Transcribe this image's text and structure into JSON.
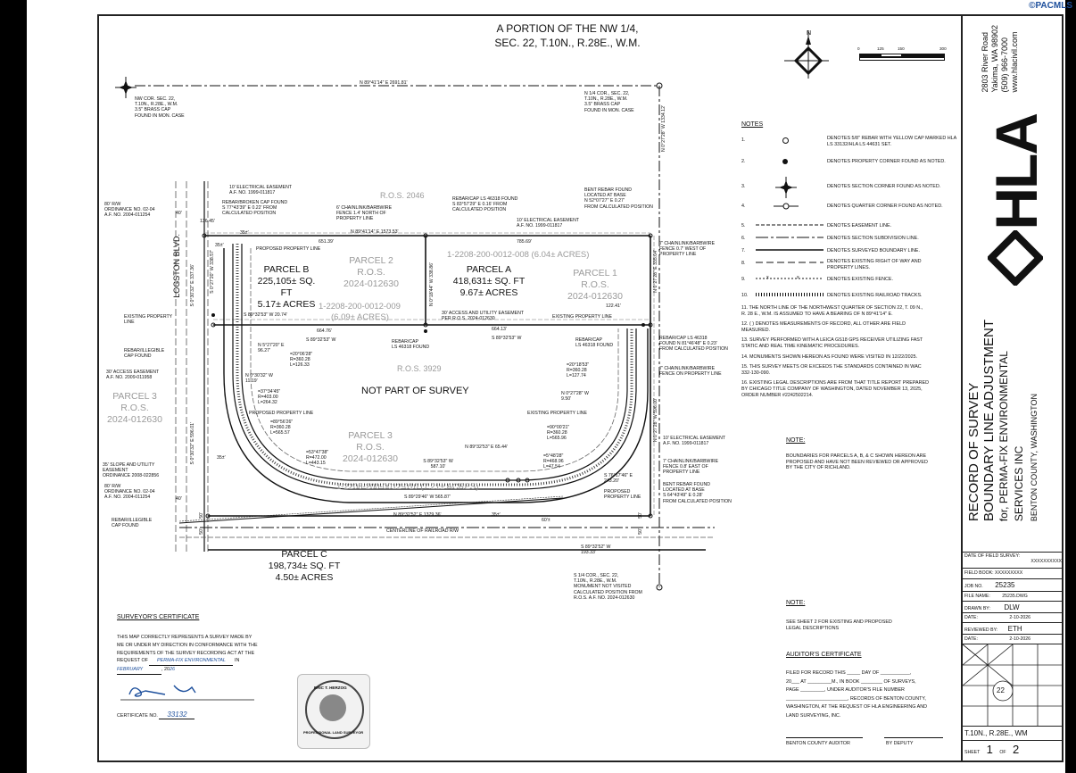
{
  "watermark": "©PACMLS",
  "header": {
    "line1": "A PORTION OF THE NW 1/4,",
    "line2": "SEC. 22, T.10N., R.28E., W.M."
  },
  "scale": {
    "t0": "0",
    "t1": "125",
    "t2": "150",
    "t3": "300"
  },
  "corners": {
    "nw": [
      "NW COR. SEC. 22,",
      "T.10N., R.28E., W.M.",
      "3.5\" BRASS CAP",
      "FOUND IN MON. CASE"
    ],
    "n14": [
      "N 1/4 COR., SEC. 22,",
      "T.10N., R.28E., W.M.",
      "3.5\" BRASS CAP",
      "FOUND IN MON. CASE"
    ],
    "s14": [
      "S 1/4 COR., SEC. 22,",
      "T.10N., R.28E., W.M.",
      "MONUMENT NOT VISITED",
      "CALCULATED POSITION FROM",
      "R.O.S. A.F. NO. 2024-012630"
    ]
  },
  "bearings": {
    "north_line": "N 89°41'14\" E  2691.81'",
    "north_parcel": "N 89°41'14\" E  1573.53'",
    "n651": "651.39'",
    "n785": "785.69'",
    "n35": "35±'",
    "n136": "136.45'",
    "east_vert": "N 0°27'28\" W  1334.12'",
    "east_vert2": "N 0°27'28\" E  335.04'",
    "east_vert3": "N 0°27'28\" W  596.00'",
    "mid_vert": "N 0°18'44\" W  338.86'",
    "west_vert": "S 0°30'32\" E  337.36'",
    "west_vert2": "S 0°30'32\" E  596.01'",
    "west_vert3": "S 0°27'20\" W  338.57'",
    "s89_1": "S 89°32'53\" W  20.74'",
    "s89_2": "S 89°32'53\" W",
    "s89_3": "S 89°32'53\" W",
    "l664": "664.76'",
    "l664b": "664.13'",
    "l122": "122.41'",
    "n5": "N 5°27'20\" E  96.27'",
    "curve1": [
      "=20°06'28\"",
      "R=360.28",
      "L=126.33"
    ],
    "n030": "N 0°30'32\" W  11.19'",
    "curve2": [
      "=37°34'45\"",
      "R=403.00",
      "L=264.32"
    ],
    "curve3": [
      "=89°56'26\"",
      "R=360.28",
      "L=565.57"
    ],
    "curve4": [
      "=53°47'38\"",
      "R=472.00",
      "L=443.15"
    ],
    "curve5": [
      "=20°18'53\"",
      "R=360.28",
      "L=127.74"
    ],
    "n027": "N 0°27'28\" W  9.50'",
    "curve6": [
      "=90°00'21\"",
      "R=360.28",
      "L=565.96"
    ],
    "n89e": "N 89°32'53\" E  65.44'",
    "s89_587": "S 89°32'53\" W  587.10'",
    "curve7": [
      "=5°48'28\"",
      "R=468.96",
      "L=47.54"
    ],
    "s76": "S 76°17'46\" E  243.20'",
    "s89_565": "S 89°29'46\" W  565.87'",
    "s89_bottom": "N 89°32'52\" E  1379.36'",
    "b35": "35±'",
    "b60": "60'±",
    "s89_193": "S 89°32'52\" W  193.33'",
    "r35": "35±'"
  },
  "labels": {
    "ros2046": "R.O.S. 2046",
    "parcelB": [
      "PARCEL B",
      "225,105± SQ. FT",
      "5.17± ACRES"
    ],
    "parcel2": [
      "PARCEL 2",
      "R.O.S.",
      "2024-012630"
    ],
    "parcelA": [
      "PARCEL A",
      "418,631± SQ. FT",
      "9.67± ACRES"
    ],
    "parcel1": [
      "PARCEL 1",
      "R.O.S.",
      "2024-012630"
    ],
    "apn_top": "1-2208-200-0012-008 (6.04± ACRES)",
    "apn_mid": "1-2208-200-0012-009",
    "apn_mid_ac": "(6.09± ACRES)",
    "ros3929": "R.O.S. 3929",
    "not_part": "NOT PART OF SURVEY",
    "parcel3w": [
      "PARCEL 3",
      "R.O.S.",
      "2024-012630"
    ],
    "parcel3": [
      "PARCEL 3",
      "R.O.S.",
      "2024-012630"
    ],
    "apn_bottom": "1-2208-200-0012-010 (7.21± ACRES)",
    "parcelC": [
      "PARCEL C",
      "198,734± SQ. FT",
      "4.50± ACRES"
    ],
    "logston": "LOGSTON BLVD.",
    "centerline": "CENTERLINE OF RAILROAD R/W"
  },
  "callouts": {
    "elec_ease": [
      "10' ELECTRICAL EASEMENT",
      "A.F. NO. 1999-011817"
    ],
    "rebar_broken": [
      "REBAR/BROKEN CAP FOUND",
      "S 77°43'39\" E  0.22' FROM",
      "CALCULATED POSITION"
    ],
    "chainlink_n": [
      "6' CHAINLINK/BARBWIRE",
      "FENCE 1.4' NORTH OF",
      "PROPERTY LINE"
    ],
    "rebar_cap_46318": [
      "REBAR/CAP LS 46318 FOUND",
      "S 83°57'29\" E  0.16' FROM",
      "CALCULATED POSITION"
    ],
    "bent_rebar_n": [
      "BENT REBAR FOUND",
      "LOCATED AT BASE",
      "N 52°07'27\" E  0.27'",
      "FROM CALCULATED POSITION"
    ],
    "elec_ease2": [
      "10' ELECTRICAL EASEMENT",
      "A.F. NO. 1999-011817"
    ],
    "rw_80": [
      "80' R/W",
      "ORDINANCE NO. 02-04",
      "A.F. NO. 2004-011254"
    ],
    "d40": "40'",
    "d40b": "40'",
    "prop_line": "PROPOSED PROPERTY LINE",
    "chainlink_e": [
      "7' CHAINLINK/BARBWIRE",
      "FENCE 0.7' WEST OF",
      "PROPERTY LINE"
    ],
    "access_30": [
      "30' ACCESS AND UTILITY EASEMENT",
      "PER R.O.S. 2024-012630"
    ],
    "exist_prop": "EXISTING PROPERTY LINE",
    "exist_prop_w": [
      "EXISTING PROPERTY",
      "LINE"
    ],
    "rebar_illegible": [
      "REBAR/ILLEGIBLE",
      "CAP FOUND"
    ],
    "rebar_cap_ls": [
      "REBAR/CAP",
      "LS 46318 FOUND"
    ],
    "rebar_cap_ls2": [
      "REBAR/CAP",
      "LS 46318 FOUND"
    ],
    "rebar_cap_e": [
      "REBAR/CAP LS 46318",
      "FOUND N 81°46'48\" E  0.23'",
      "FROM CALCULATED POSITION"
    ],
    "access_30w": [
      "30' ACCESS EASEMENT",
      "A.F. NO. 2009-011958"
    ],
    "chainlink_e2": [
      "7' CHAINLINK/BARBWIRE",
      "FENCE ON PROPERTY LINE"
    ],
    "prop_line2": "PROPOSED PROPERTY LINE",
    "exist_prop2": "EXISTING PROPERTY LINE",
    "elec_ease3": [
      "10' ELECTRICAL EASEMENT",
      "A.F. NO. 1999-011817"
    ],
    "slope_35": [
      "35' SLOPE AND UTILITY",
      "EASEMENT",
      "ORDINANCE 2008-022856"
    ],
    "rw_80b": [
      "80' R/W",
      "ORDINANCE NO. 02-04",
      "A.F. NO. 2004-011254"
    ],
    "chainlink_e3": [
      "7' CHAINLINK/BARBWIRE",
      "FENCE 0.8' EAST OF",
      "PROPERTY LINE"
    ],
    "proposed_pl": [
      "PROPOSED",
      "PROPERTY LINE"
    ],
    "bent_rebar_s": [
      "BENT REBAR FOUND",
      "LOCATED AT BASE",
      "S 64°43'49\" E  0.28'",
      "FROM CALCULATED POSITION"
    ],
    "rebar_illegible2": [
      "REBAR/ILLEGIBLE",
      "CAP FOUND"
    ],
    "w35": "35±'",
    "d50": "50'",
    "d50b": "50'",
    "d50c": "50'",
    "d50d": "50'"
  },
  "notes": {
    "heading": "NOTES",
    "legend": [
      {
        "n": "1.",
        "text": "DENOTES 5/8\" REBAR WITH YELLOW CAP MARKED HLA LS 33132/HLA LS 44631 SET."
      },
      {
        "n": "2.",
        "text": "DENOTES PROPERTY CORNER FOUND AS NOTED."
      },
      {
        "n": "3.",
        "text": "DENOTES SECTION CORNER FOUND AS NOTED."
      },
      {
        "n": "4.",
        "text": "DENOTES QUARTER CORNER FOUND AS NOTED."
      },
      {
        "n": "5.",
        "text": "DENOTES EASEMENT LINE."
      },
      {
        "n": "6.",
        "text": "DENOTES SECTION SUBDIVISION LINE."
      },
      {
        "n": "7.",
        "text": "DENOTES SURVEYED BOUNDARY LINE."
      },
      {
        "n": "8.",
        "text": "DENOTES EXISTING RIGHT OF WAY AND PROPERTY LINES."
      },
      {
        "n": "9.",
        "text": "DENOTES EXISTING FENCE."
      },
      {
        "n": "10.",
        "text": "DENOTES EXISTING RAILROAD TRACKS."
      }
    ],
    "fence_sym": "x",
    "text": [
      "11. THE NORTH LINE OF THE NORTHWEST QUARTER OF SECTION 22, T. 09 N.,",
      "R. 28 E., W.M. IS ASSUMED TO HAVE A BEARING OF N 89°41'14\" E.",
      "12. (  ) DENOTES MEASUREMENTS OF RECORD, ALL OTHER ARE FIELD",
      "MEASURED.",
      "13. SURVEY PERFORMED WITH A LEICA GS18 GPS RECEIVER UTILIZING FAST",
      "STATIC AND REAL TIME KINEMATIC PROCEDURES.",
      "14. MONUMENTS SHOWN HEREON AS FOUND WERE VISITED IN 12/22/2025.",
      "15. THIS SURVEY MEETS OR EXCEEDS THE STANDARDS CONTAINED IN WAC",
      "332-130-090.",
      "16. EXISTING LEGAL DESCRIPTIONS ARE FROM THAT TITLE REPORT PREPARED",
      "BY CHICAGO TITLE COMPANY OF WASHINGTON, DATED NOVEMBER 13, 2025,",
      "ORDER NUMBER #2242502214."
    ],
    "note2_heading": "NOTE:",
    "note2": [
      "BOUNDARIES FOR PARCELS A, B, & C SHOWN HEREON ARE",
      "PROPOSED AND HAVE NOT BEEN REVIEWED OR APPROVED",
      "BY THE CITY OF RICHLAND."
    ],
    "note3_heading": "NOTE:",
    "note3": [
      "SEE SHEET 2 FOR EXISTING AND PROPOSED",
      "LEGAL DESCRIPTIONS"
    ]
  },
  "auditor": {
    "heading": "AUDITOR'S CERTIFICATE",
    "lines": [
      "FILED FOR RECORD THIS _____ DAY OF ___________,",
      "20___ AT _________M., IN BOOK ________ OF SURVEYS,",
      "PAGE _________, UNDER AUDITOR'S FILE NUMBER",
      "_______________________, RECORDS OF BENTON COUNTY,",
      "WASHINGTON, AT THE REQUEST OF HLA ENGINEERING AND",
      "LAND SURVEYING, INC."
    ],
    "sig1": "BENTON COUNTY AUDITOR",
    "sig2": "BY DEPUTY"
  },
  "surveyor": {
    "heading": "SURVEYOR'S CERTIFICATE",
    "lines": [
      "THIS MAP CORRECTLY REPRESENTS A SURVEY MADE BY",
      "ME OR UNDER MY DIRECTION IN CONFORMANCE WITH THE",
      "REQUIREMENTS OF THE SURVEY RECORDING ACT AT THE",
      "REQUEST OF",
      "IN",
      ", 20"
    ],
    "request_of": "PERMA-FIX ENVIRONMENTAL",
    "month": "FEBRUARY",
    "year": "26",
    "cert_label": "CERTIFICATE NO.",
    "cert_no": "33132",
    "seal_top": "ERIC T. HERZOG",
    "seal_bottom": "PROFESSIONAL LAND SURVEYOR"
  },
  "firm": {
    "address": [
      "2803 River Road",
      "Yakima, WA 98902",
      "(509) 966-7000",
      "www.hlacivil.com"
    ],
    "logo": "HLA"
  },
  "titleblock": {
    "title1": "RECORD OF SURVEY",
    "title2": "BOUNDARY LINE ADJUSTMENT",
    "title3": "for, PERMA-FIX ENVIRONMENTAL",
    "title4": "SERVICES INC",
    "title5": "BENTON COUNTY, WASHINGTON",
    "date_field_label": "DATE OF FIELD SURVEY:",
    "date_field_val": "XXXXXXXXXX",
    "field_book_label": "FIELD BOOK:",
    "field_book_val": "XXXXXXXXX",
    "job_label": "JOB NO.",
    "job_val": "25235",
    "file_label": "FILE NAME:",
    "file_val": "25235.DWG",
    "drawn_label": "DRAWN BY:",
    "drawn_val": "DLW",
    "date_label": "DATE:",
    "date_val": "2-10-2026",
    "reviewed_label": "REVIEWED BY:",
    "reviewed_val": "ETH",
    "date2_label": "DATE:",
    "date2_val": "2-10-2026",
    "section_no": "22",
    "twp": "T.10N., R.28E., WM",
    "sheet_label": "SHEET",
    "sheet_no": "1",
    "of": "OF",
    "sheet_total": "2"
  }
}
